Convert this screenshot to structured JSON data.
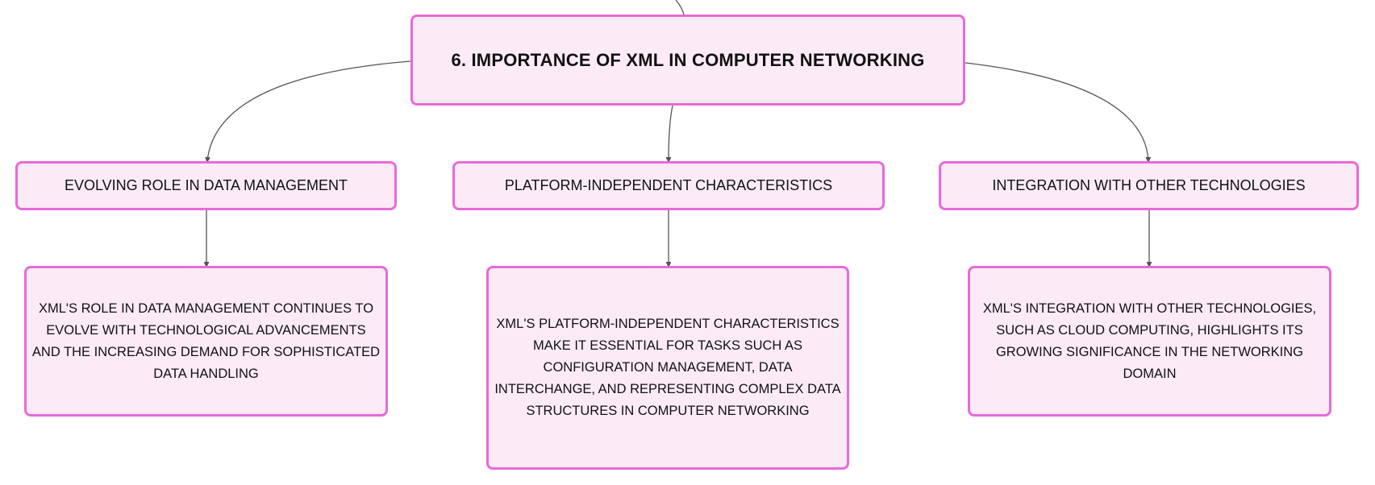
{
  "diagram": {
    "line_color": "#555555",
    "node_fill": "#fcebf7",
    "node_border": "#e86ad8",
    "root": {
      "label": "6. IMPORTANCE OF XML IN COMPUTER NETWORKING"
    },
    "branches": [
      {
        "label": "EVOLVING ROLE IN DATA MANAGEMENT",
        "detail": "XML'S ROLE IN DATA MANAGEMENT CONTINUES TO EVOLVE WITH TECHNOLOGICAL ADVANCEMENTS AND THE INCREASING DEMAND FOR SOPHISTICATED DATA HANDLING"
      },
      {
        "label": "PLATFORM-INDEPENDENT CHARACTERISTICS",
        "detail": "XML'S PLATFORM-INDEPENDENT CHARACTERISTICS MAKE IT ESSENTIAL FOR TASKS SUCH AS CONFIGURATION MANAGEMENT, DATA INTERCHANGE, AND REPRESENTING COMPLEX DATA STRUCTURES IN COMPUTER NETWORKING"
      },
      {
        "label": "INTEGRATION WITH OTHER TECHNOLOGIES",
        "detail": "XML'S INTEGRATION WITH OTHER TECHNOLOGIES, SUCH AS CLOUD COMPUTING, HIGHLIGHTS ITS GROWING SIGNIFICANCE IN THE NETWORKING DOMAIN"
      }
    ]
  }
}
